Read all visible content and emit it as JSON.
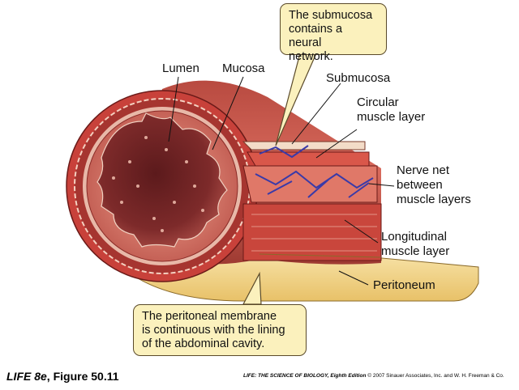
{
  "callouts": {
    "submucosa_note": "The submucosa\ncontains a neural\nnetwork.",
    "peritoneal_note": "The peritoneal membrane\nis continuous with the lining\nof the abdominal cavity."
  },
  "labels": {
    "lumen": "Lumen",
    "mucosa": "Mucosa",
    "submucosa": "Submucosa",
    "circular_muscle": "Circular\nmuscle layer",
    "nerve_net": "Nerve net\nbetween\nmuscle layers",
    "longitudinal_muscle": "Longitudinal\nmuscle layer",
    "peritoneum": "Peritoneum"
  },
  "footer": {
    "book": "LIFE 8e",
    "figure": ", Figure 50.11",
    "credit_title": "LIFE: THE SCIENCE OF BIOLOGY, Eighth Edition",
    "credit_rest": " © 2007 Sinauer Associates, Inc. and W. H. Freeman & Co."
  },
  "colors": {
    "callout_fill": "#fbf1bd",
    "muscle": "#c8413a",
    "mucosa": "#a83838",
    "nerve": "#3a3aa8",
    "peritoneum": "#f2d488"
  }
}
